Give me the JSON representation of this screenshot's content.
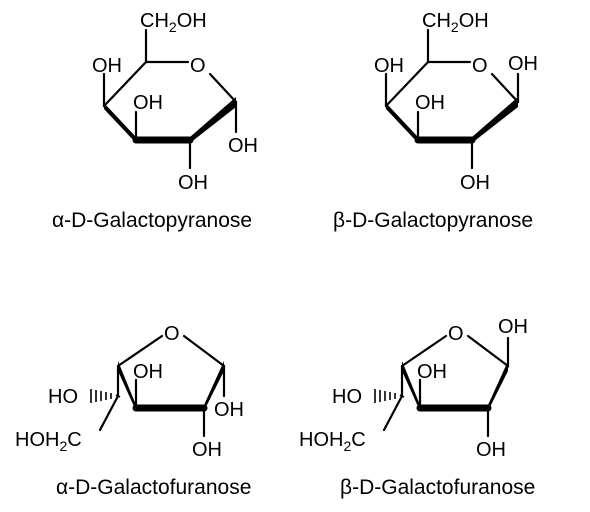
{
  "structures": [
    {
      "name": "α-D-Galactopyranose",
      "ring": "pyranose",
      "atoms": {
        "ch2oh_c": "CH",
        "ch2oh_2": "2",
        "ch2oh_oh": "OH",
        "c4_oh": "OH",
        "ring_o": "O",
        "c3_oh": "OH",
        "c1_oh": "OH",
        "c2_oh": "OH"
      }
    },
    {
      "name": "β-D-Galactopyranose",
      "ring": "pyranose",
      "atoms": {
        "ch2oh_c": "CH",
        "ch2oh_2": "2",
        "ch2oh_oh": "OH",
        "c4_oh": "OH",
        "ring_o": "O",
        "c1_oh": "OH",
        "c3_oh": "OH",
        "c2_oh": "OH"
      }
    },
    {
      "name": "α-D-Galactofuranose",
      "ring": "furanose",
      "atoms": {
        "ring_o": "O",
        "c3_oh": "OH",
        "c4_ho": "HO",
        "c1_oh": "OH",
        "ch2_ho": "HOH",
        "ch2_2": "2",
        "ch2_c": "C",
        "c2_oh": "OH"
      }
    },
    {
      "name": "β-D-Galactofuranose",
      "ring": "furanose",
      "atoms": {
        "c1_oh": "OH",
        "ring_o": "O",
        "c3_oh": "OH",
        "c4_ho": "HO",
        "ch2_ho": "HOH",
        "ch2_2": "2",
        "ch2_c": "C",
        "c2_oh": "OH"
      }
    }
  ]
}
